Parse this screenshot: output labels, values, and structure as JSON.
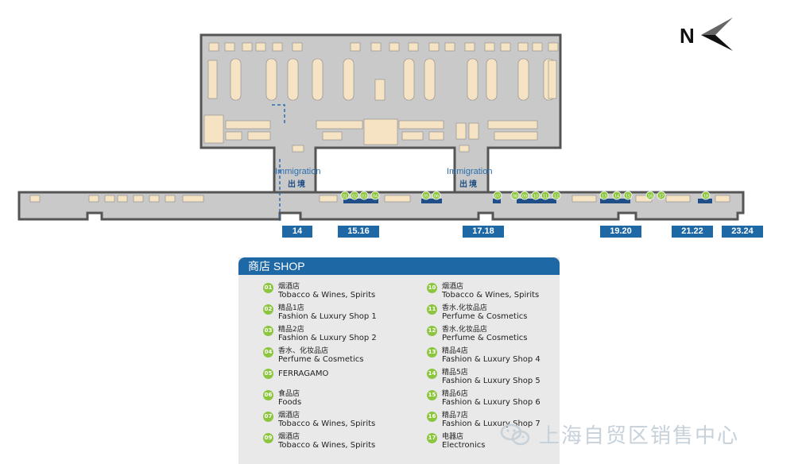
{
  "compass": {
    "letter": "N"
  },
  "immigration": [
    {
      "en": "Immigration",
      "cn": "出境"
    },
    {
      "en": "Immigration",
      "cn": "出境"
    }
  ],
  "gates": [
    "14",
    "15.16",
    "17.18",
    "19.20",
    "21.22",
    "23.24"
  ],
  "map_markers": [
    "01",
    "02",
    "03",
    "04",
    "05",
    "06",
    "07",
    "08",
    "09",
    "10",
    "11",
    "12",
    "13",
    "14",
    "15",
    "16",
    "17",
    "18"
  ],
  "legend": {
    "title": "商店 SHOP",
    "left": [
      {
        "num": "01",
        "cn": "烟酒店",
        "en": "Tobacco & Wines, Spirits"
      },
      {
        "num": "02",
        "cn": "精品1店",
        "en": "Fashion & Luxury Shop 1"
      },
      {
        "num": "03",
        "cn": "精品2店",
        "en": "Fashion & Luxury Shop 2"
      },
      {
        "num": "04",
        "cn": "香水、化妆品店",
        "en": "Perfume & Cosmetics"
      },
      {
        "num": "05",
        "cn": "",
        "en": "FERRAGAMO"
      },
      {
        "num": "06",
        "cn": "食品店",
        "en": "Foods"
      },
      {
        "num": "07",
        "cn": "烟酒店",
        "en": "Tobacco & Wines, Spirits"
      },
      {
        "num": "09",
        "cn": "烟酒店",
        "en": "Tobacco & Wines, Spirits"
      }
    ],
    "right": [
      {
        "num": "10",
        "cn": "烟酒店",
        "en": "Tobacco & Wines, Spirits"
      },
      {
        "num": "11",
        "cn": "香水.化妆品店",
        "en": "Perfume & Cosmetics"
      },
      {
        "num": "12",
        "cn": "香水.化妆品店",
        "en": "Perfume & Cosmetics"
      },
      {
        "num": "13",
        "cn": "精品4店",
        "en": "Fashion & Luxury Shop 4"
      },
      {
        "num": "14",
        "cn": "精品5店",
        "en": "Fashion & Luxury Shop 5"
      },
      {
        "num": "15",
        "cn": "精品6店",
        "en": "Fashion & Luxury Shop 6"
      },
      {
        "num": "16",
        "cn": "精品7店",
        "en": "Fashion & Luxury Shop 7"
      },
      {
        "num": "17",
        "cn": "电器店",
        "en": "Electronics"
      }
    ]
  },
  "watermark": {
    "text": "上海自贸区销售中心",
    "icon": "wechat-icon"
  },
  "colors": {
    "floor": "#c9c9c9",
    "wall": "#555555",
    "shop": "#f5e3c4",
    "gate": "#1f68a6",
    "marker": "#8cc63f"
  }
}
